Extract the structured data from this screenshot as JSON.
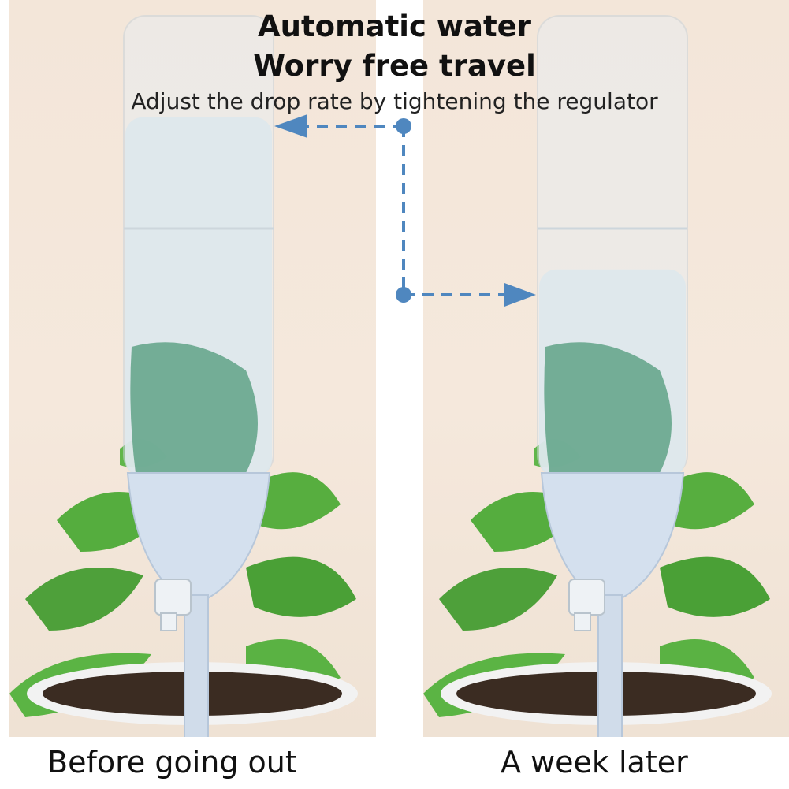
{
  "headline": {
    "line1": "Automatic water",
    "line2": "Worry free travel"
  },
  "subtitle": "Adjust the drop rate by tightening the regulator",
  "captions": {
    "before": "Before going out",
    "after": "A week later"
  },
  "water_level": {
    "before": 0.78,
    "after": 0.45
  },
  "colors": {
    "background": "#f3e6d9",
    "accent_arrow": "#4f87bf",
    "dripper": "#cfdcec",
    "leaf": "#4fa83a"
  },
  "icons": [
    "arrow-left-icon",
    "arrow-right-icon",
    "dripper-icon",
    "bottle-icon",
    "plant-icon"
  ]
}
